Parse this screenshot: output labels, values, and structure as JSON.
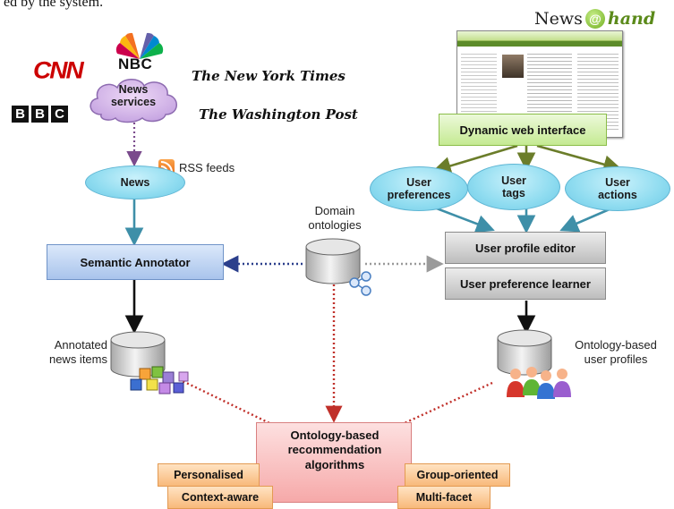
{
  "header_fragment": "ed by the system.",
  "logos": {
    "nbc": "NBC",
    "cnn": "CNN",
    "bbc": [
      "B",
      "B",
      "C"
    ],
    "nyt": "The New York Times",
    "wapo": "The Washington Post",
    "newsathand_prefix": "News",
    "newsathand_at": "@",
    "newsathand_suffix": "hand"
  },
  "nodes": {
    "news_services": "News\nservices",
    "rss_feeds": "RSS feeds",
    "news": "News",
    "semantic_annotator": "Semantic Annotator",
    "domain_ontologies": "Domain\nontologies",
    "annotated_news_items": "Annotated\nnews items",
    "dynamic_web_interface": "Dynamic web interface",
    "user_preferences": "User\npreferences",
    "user_tags": "User\ntags",
    "user_actions": "User\nactions",
    "user_profile_editor": "User profile editor",
    "user_preference_learner": "User preference learner",
    "ontology_based_user_profiles": "Ontology-based\nuser profiles",
    "recommendation_algorithms": "Ontology-based\nrecommendation\nalgorithms",
    "personalised": "Personalised",
    "context_aware": "Context-aware",
    "group_oriented": "Group-oriented",
    "multi_facet": "Multi-facet"
  },
  "colors": {
    "ellipse_fill": "#8fdcf0",
    "blue_box": "#b9d1f2",
    "green_box": "#d6f2b3",
    "gray_box": "#d2d2d2",
    "pink_box": "#fbc3c3",
    "orange_box": "#f8b97a",
    "arrow_teal": "#3e8fa8",
    "arrow_olive": "#6b7d2a",
    "arrow_red_dotted": "#c0302a",
    "arrow_navy_dotted": "#2b3f8c",
    "arrow_purple_dotted": "#7a4a8c",
    "cnn_red": "#cc0000"
  }
}
